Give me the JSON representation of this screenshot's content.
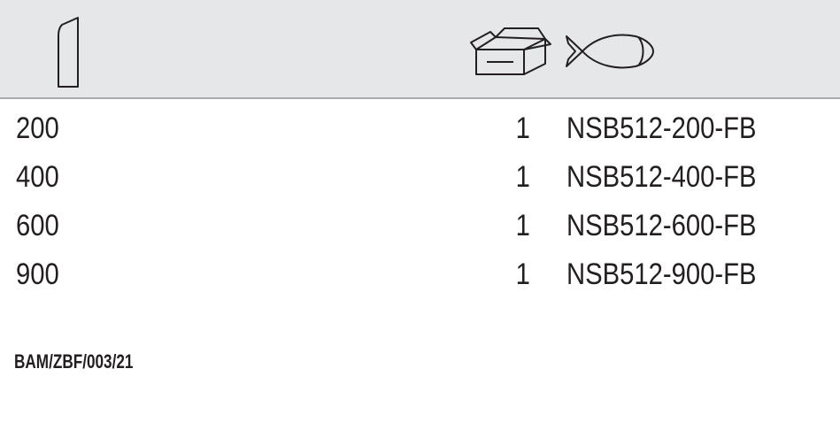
{
  "header": {
    "columns": [
      {
        "icon": "blade-length-icon"
      },
      {
        "icon": "package-box-icon"
      },
      {
        "icon": "fish-icon"
      }
    ],
    "background_color": "#e6e7e8",
    "rule_color": "#a7a9ac"
  },
  "rows": [
    {
      "length": "200",
      "qty": "1",
      "article": "NSB512-200-FB"
    },
    {
      "length": "400",
      "qty": "1",
      "article": "NSB512-400-FB"
    },
    {
      "length": "600",
      "qty": "1",
      "article": "NSB512-600-FB"
    },
    {
      "length": "900",
      "qty": "1",
      "article": "NSB512-900-FB"
    }
  ],
  "footnote": "BAM/ZBF/003/21"
}
